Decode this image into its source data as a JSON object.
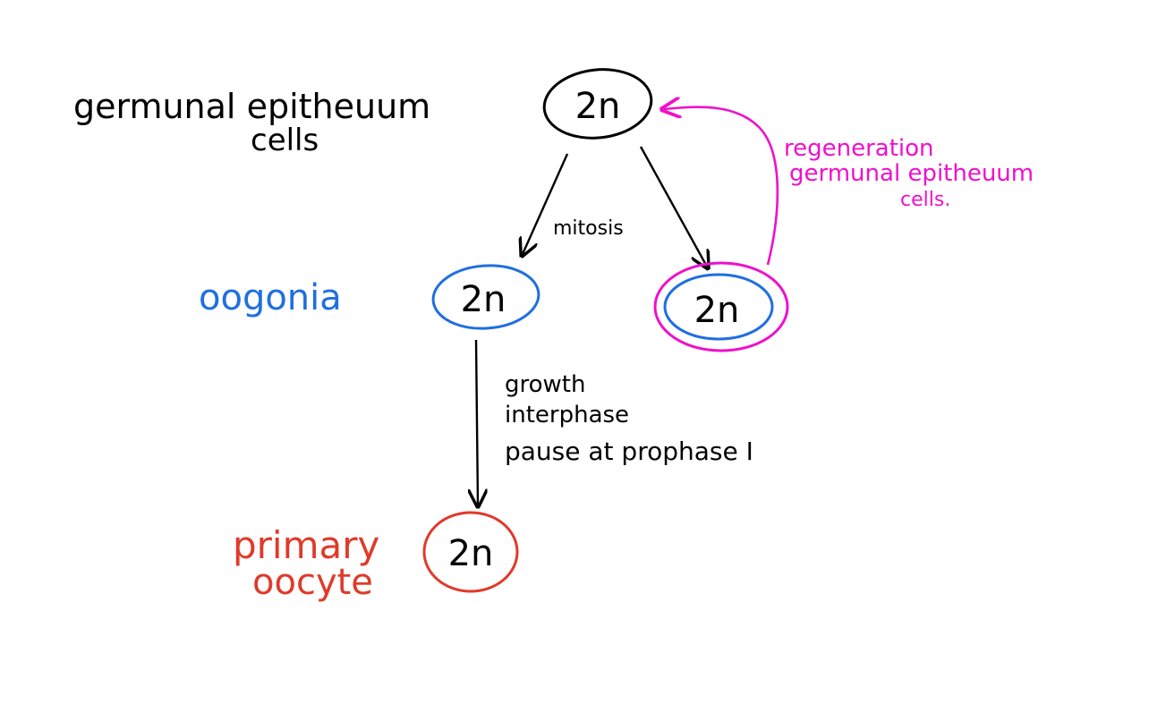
{
  "colors": {
    "ink": "#000000",
    "oogonia": "#1f6fe0",
    "primary_oocyte": "#e03a2a",
    "regeneration": "#ee10cc"
  },
  "labels": {
    "germinal_line1": "germunal epitheuum",
    "germinal_line2": "cells",
    "oogonia": "oogonia",
    "primary_line1": "primary",
    "primary_line2": "oocyte",
    "mitosis": "mitosis",
    "growth_line1": "growth",
    "growth_line2": "interphase",
    "growth_line3": "pause at prophase I",
    "regen_line1": "regeneration",
    "regen_line2": "germunal epitheuum",
    "regen_line3": "cells."
  },
  "cells": {
    "top": "2n",
    "oogonia": "2n",
    "regenerated": "2n",
    "primary_oocyte": "2n"
  }
}
